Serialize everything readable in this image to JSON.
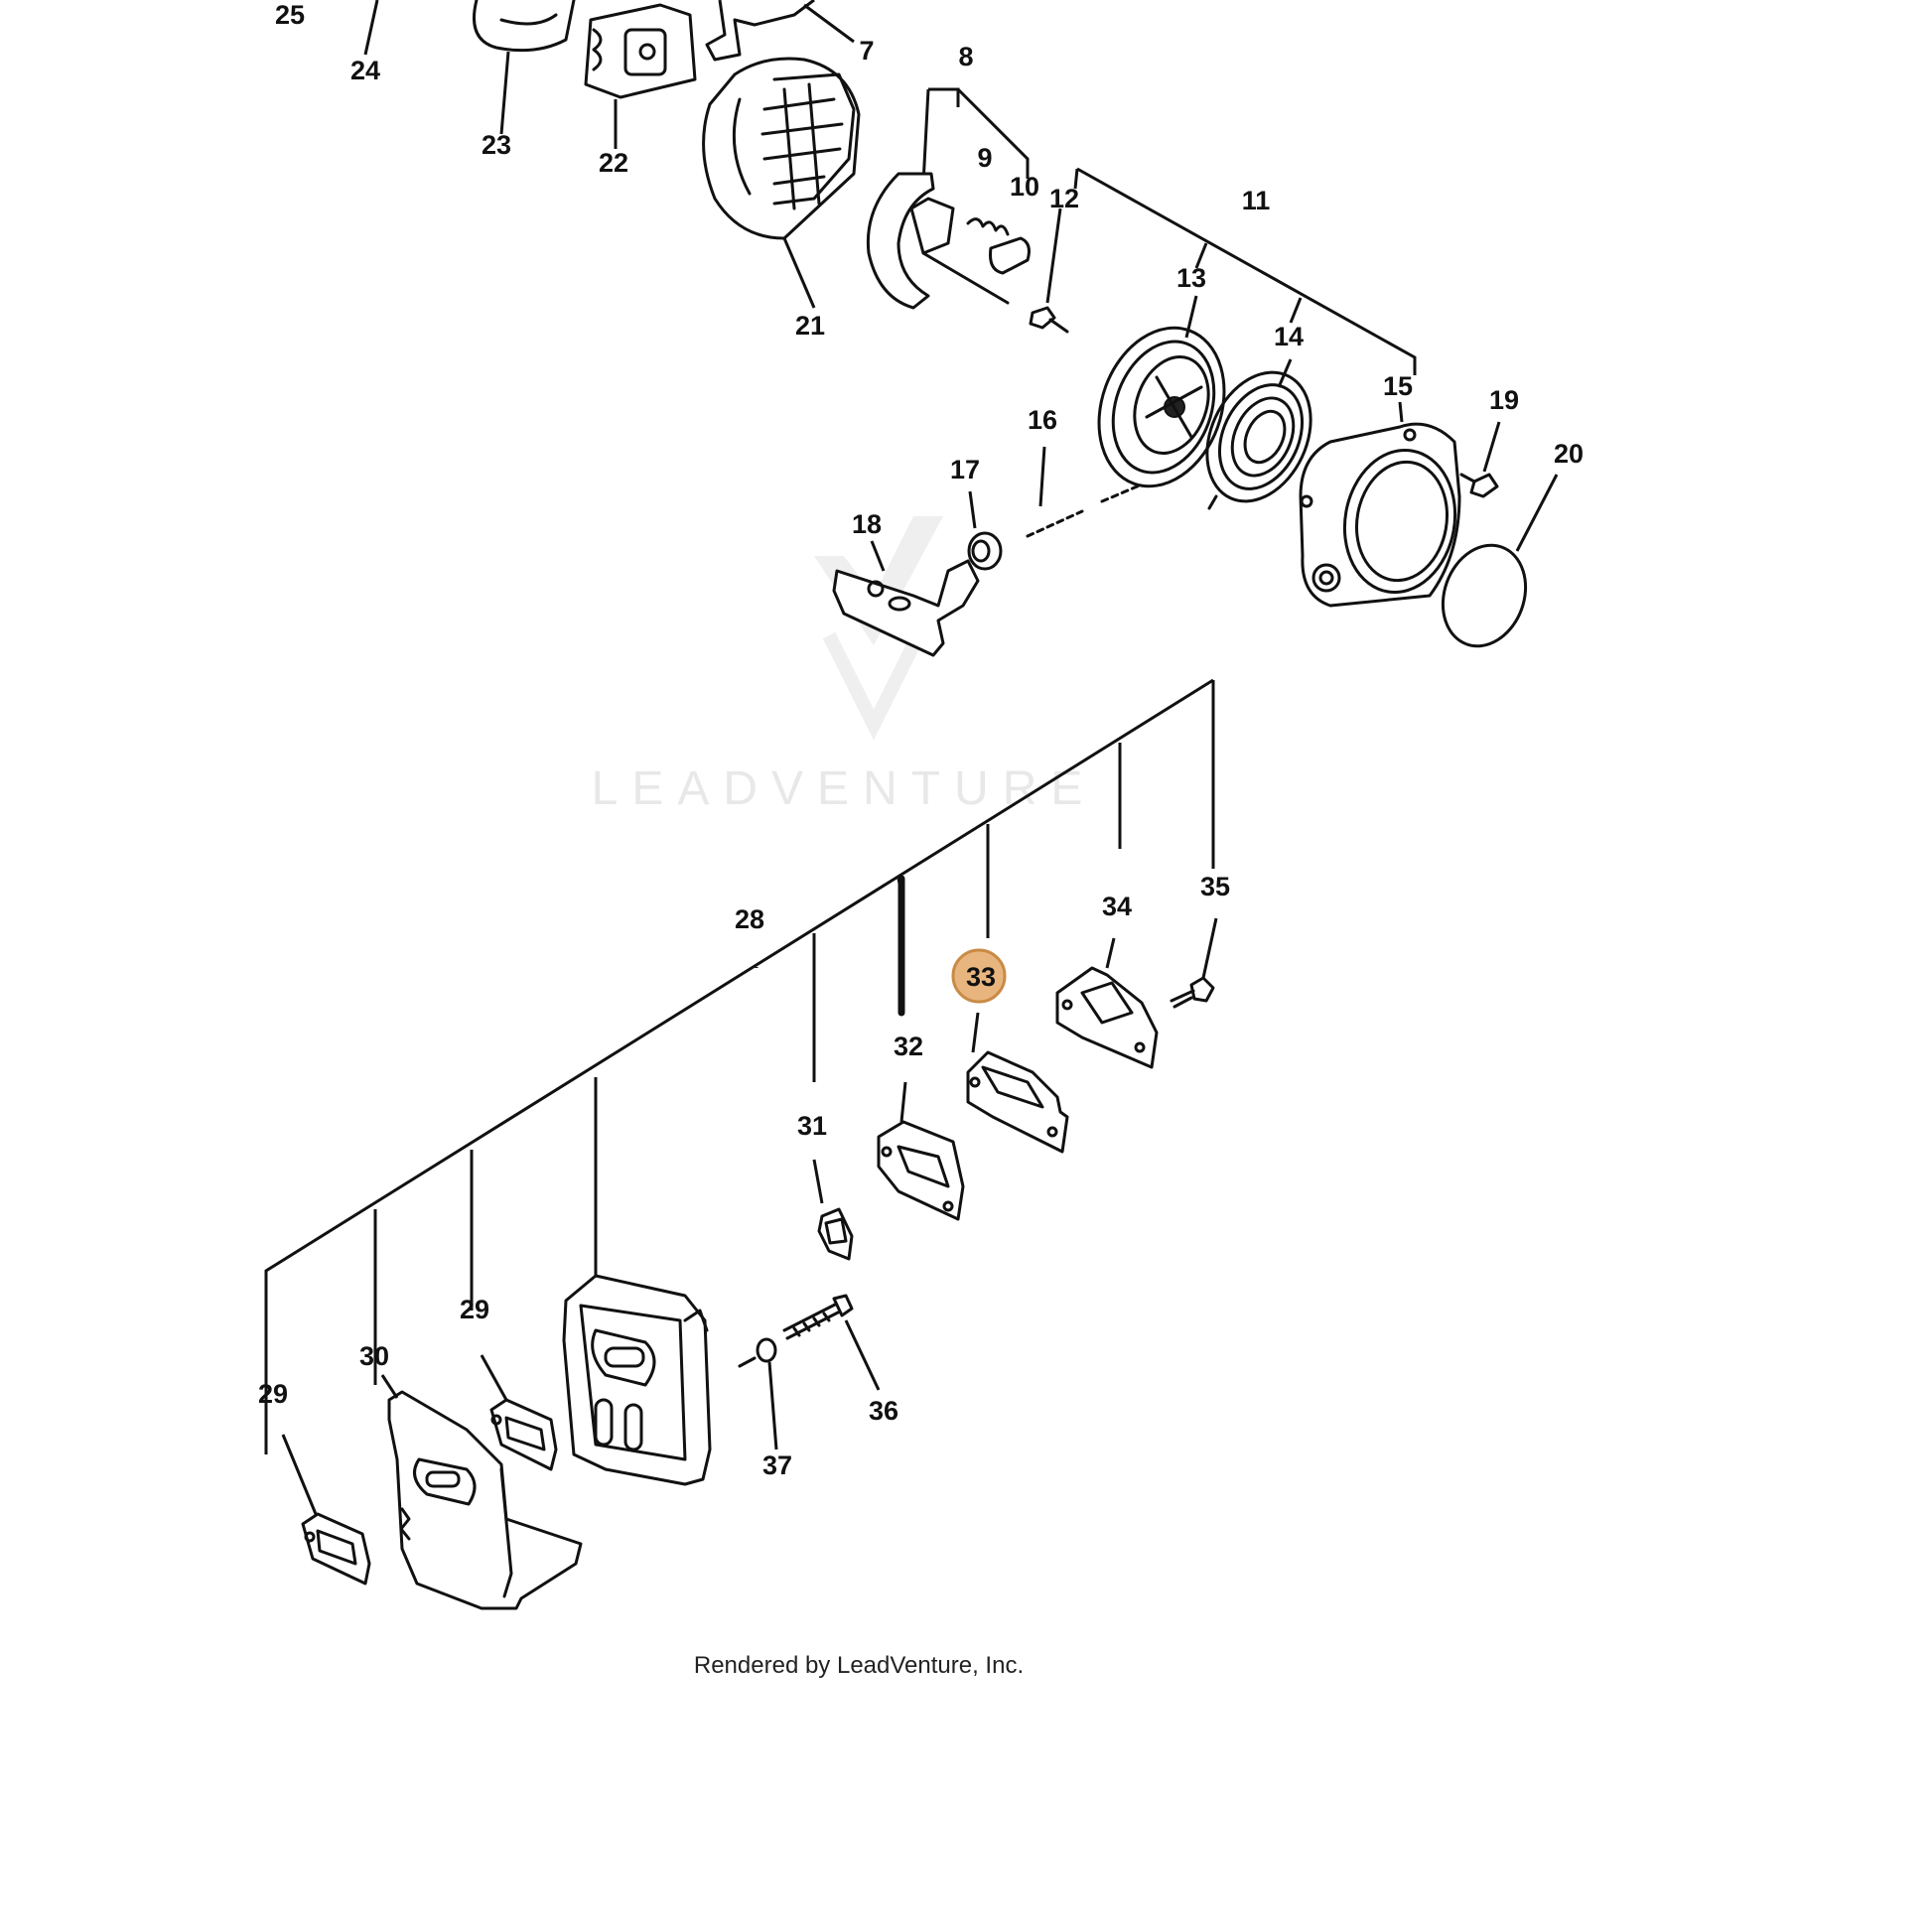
{
  "part_labels": {
    "p7": "7",
    "p8": "8",
    "p9": "9",
    "p10": "10",
    "p11": "11",
    "p12": "12",
    "p13": "13",
    "p14": "14",
    "p15": "15",
    "p16": "16",
    "p17": "17",
    "p18": "18",
    "p19": "19",
    "p20": "20",
    "p21": "21",
    "p22": "22",
    "p23": "23",
    "p24": "24",
    "p25": "25",
    "p28": "28",
    "p29a": "29",
    "p29b": "29",
    "p30": "30",
    "p31": "31",
    "p32": "32",
    "p33": "33",
    "p34": "34",
    "p35": "35",
    "p36": "36",
    "p37": "37"
  },
  "highlighted_part": "33",
  "watermark": "LEADVENTURE",
  "footer": "Rendered by LeadVenture, Inc.",
  "colors": {
    "highlight": "#e8b57e",
    "highlight_border": "#c98a45",
    "ink": "#111111",
    "watermark": "#e8e8e8"
  }
}
